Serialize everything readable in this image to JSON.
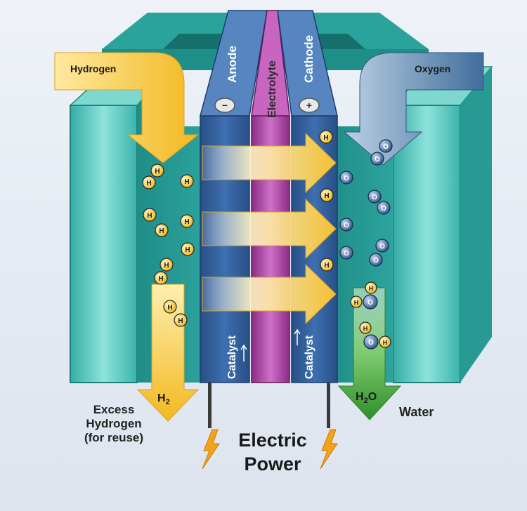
{
  "labels": {
    "hydrogen_in": "Hydrogen",
    "oxygen_in": "Oxygen",
    "anode": "Anode",
    "electrolyte": "Electrolyte",
    "cathode": "Cathode",
    "catalyst_left": "Catalyst",
    "catalyst_right": "Catalyst",
    "h2_out_main": "H",
    "h2_out_sub": "2",
    "h2o_out_main": "H",
    "h2o_out_sub": "2",
    "h2o_out_end": "O",
    "excess_hydrogen_line1": "Excess",
    "excess_hydrogen_line2": "Hydrogen",
    "excess_hydrogen_line3": "(for reuse)",
    "water": "Water",
    "electric_power_line1": "Electric",
    "electric_power_line2": "Power",
    "anode_terminal": "−",
    "cathode_terminal": "+",
    "hydrogen_atom": "H",
    "oxygen_atom": "O"
  },
  "colors": {
    "hydrogen_arrow": "#f5c030",
    "oxygen_arrow": "#4b79a8",
    "plate": "#5fcfc6",
    "electrode": "#2e5c9a",
    "electrolyte": "#a83c9f",
    "water_arrow": "#3f9b3a",
    "lightning": "#f3a318"
  }
}
